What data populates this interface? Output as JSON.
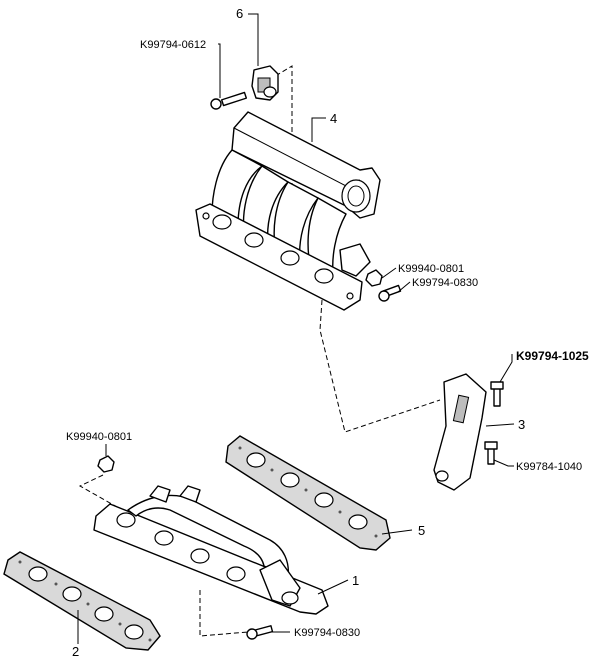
{
  "callouts": {
    "item_6": "6",
    "item_4": "4",
    "item_3": "3",
    "item_5": "5",
    "item_1": "1",
    "item_2": "2"
  },
  "part_numbers": {
    "bolt_top": "K99794-0612",
    "nut_intake": "K99940-0801",
    "bolt_intake": "K99794-0830",
    "bolt_bracket_upper": "K99794-1025",
    "bolt_bracket_lower": "K99784-1040",
    "nut_exhaust": "K99940-0801",
    "bolt_exhaust": "K99794-0830"
  }
}
